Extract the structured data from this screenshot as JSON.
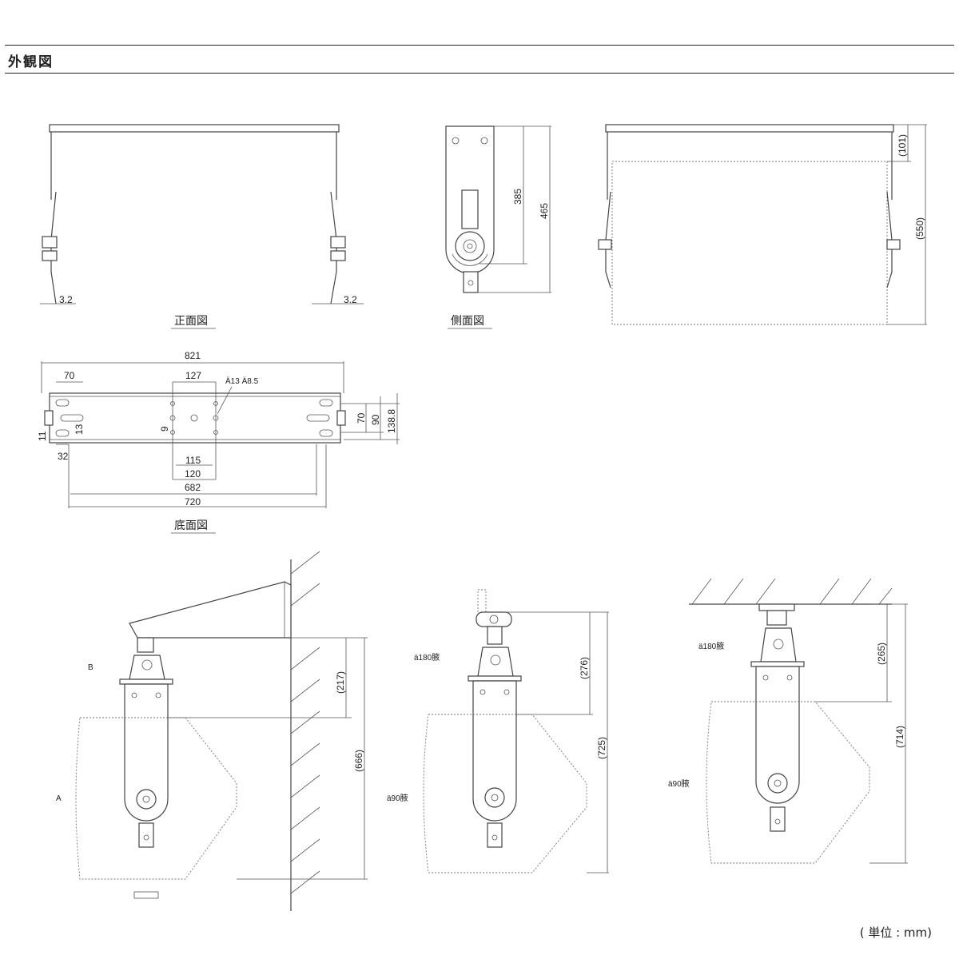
{
  "header": {
    "title": "外観図"
  },
  "captions": {
    "front": "正面図",
    "side": "側面図",
    "bottom": "底面図"
  },
  "unit_note": "( 単位 : mm)",
  "dims": {
    "front_left": "3.2",
    "front_right": "3.2",
    "side_385": "385",
    "side_465": "465",
    "box_101": "(101)",
    "box_550": "(550)",
    "b_821": "821",
    "b_70a": "70",
    "b_127": "127",
    "b_holes": "Ä13 Ä8.5",
    "b_9": "9",
    "b_11": "11",
    "b_13": "13",
    "b_32": "32",
    "b_70b": "70",
    "b_90": "90",
    "b_1388": "138.8",
    "b_115": "115",
    "b_120": "120",
    "b_682": "682",
    "b_720": "720",
    "w_217": "(217)",
    "w_666": "(666)",
    "w_B": "B",
    "w_A": "A",
    "p_276": "(276)",
    "p_725": "(725)",
    "p_180": "ä180腋",
    "p_90": "ä90腋",
    "c_265": "(265)",
    "c_714": "(714)",
    "c_180": "ä180腋",
    "c_90": "ä90腋"
  }
}
